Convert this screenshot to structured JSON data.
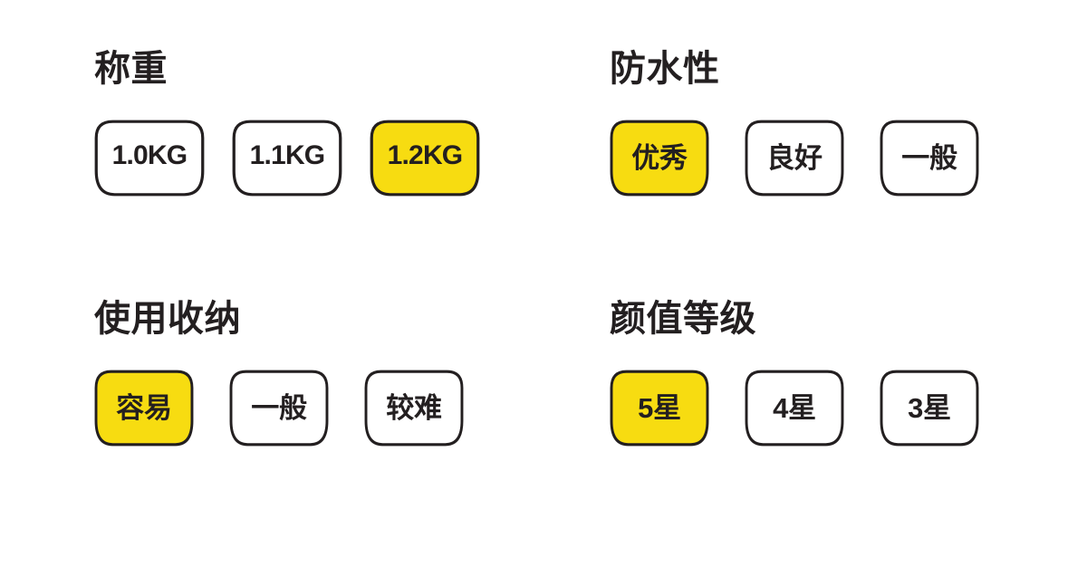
{
  "theme": {
    "background": "#FFFFFF",
    "ink": "#231F20",
    "accent_selected": "#F7DC11",
    "border": "#231F20"
  },
  "groups": [
    {
      "id": "weight",
      "title": "称重",
      "options": [
        {
          "label": "1.0KG",
          "selected": false,
          "script": "latin"
        },
        {
          "label": "1.1KG",
          "selected": false,
          "script": "latin"
        },
        {
          "label": "1.2KG",
          "selected": true,
          "script": "latin"
        }
      ]
    },
    {
      "id": "waterproof",
      "title": "防水性",
      "options": [
        {
          "label": "优秀",
          "selected": true,
          "script": "han"
        },
        {
          "label": "良好",
          "selected": false,
          "script": "han"
        },
        {
          "label": "一般",
          "selected": false,
          "script": "han"
        }
      ]
    },
    {
      "id": "storage",
      "title": "使用收纳",
      "options": [
        {
          "label": "容易",
          "selected": true,
          "script": "han"
        },
        {
          "label": "一般",
          "selected": false,
          "script": "han"
        },
        {
          "label": "较难",
          "selected": false,
          "script": "han"
        }
      ]
    },
    {
      "id": "looks",
      "title": "颜值等级",
      "options": [
        {
          "label": "5星",
          "selected": true,
          "script": "han"
        },
        {
          "label": "4星",
          "selected": false,
          "script": "han"
        },
        {
          "label": "3星",
          "selected": false,
          "script": "han"
        }
      ]
    }
  ]
}
